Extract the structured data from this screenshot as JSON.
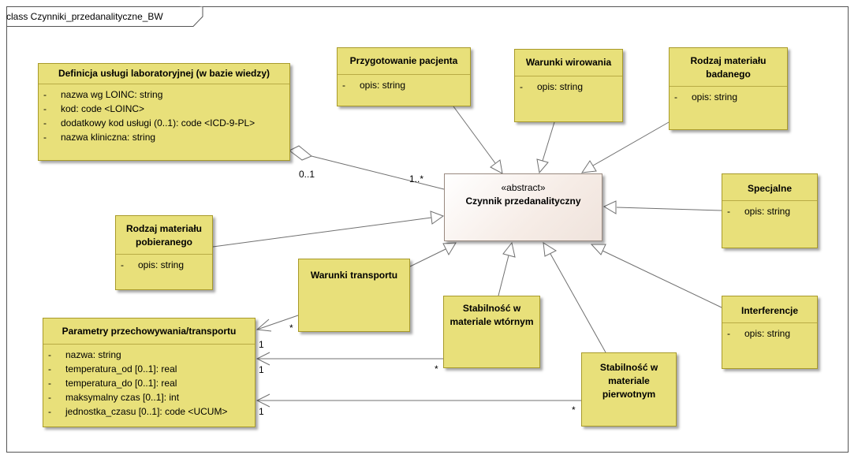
{
  "diagram": {
    "title": "class Czynniki_przedanalityczne_BW",
    "classes": {
      "definicja": {
        "name": "Definicja usługi laboratoryjnej (w bazie wiedzy)",
        "attrs": [
          "nazwa wg LOINC: string",
          "kod: code <LOINC>",
          "dodatkowy kod usługi (0..1): code <ICD-9-PL>",
          "nazwa kliniczna: string"
        ]
      },
      "przygotowanie": {
        "name": "Przygotowanie pacjenta",
        "attrs": [
          "opis: string"
        ]
      },
      "wirowanie": {
        "name": "Warunki wirowania",
        "attrs": [
          "opis: string"
        ]
      },
      "badany": {
        "name": "Rodzaj materiału badanego",
        "attrs": [
          "opis: string"
        ]
      },
      "czynnik": {
        "stereotype": "«abstract»",
        "name": "Czynnik przedanalityczny"
      },
      "specjalne": {
        "name": "Specjalne",
        "attrs": [
          "opis: string"
        ]
      },
      "pobierany": {
        "name": "Rodzaj materiału pobieranego",
        "attrs": [
          "opis: string"
        ]
      },
      "transport": {
        "name": "Warunki transportu"
      },
      "parametry": {
        "name": "Parametry przechowywania/transportu",
        "attrs": [
          "nazwa: string",
          "temperatura_od [0..1]: real",
          "temperatura_do [0..1]: real",
          "maksymalny czas [0..1]: int",
          "jednostka_czasu [0..1]: code <UCUM>"
        ]
      },
      "wtorny": {
        "name": "Stabilność w materiale wtórnym"
      },
      "pierwotny": {
        "name": "Stabilność w materiale pierwotnym"
      },
      "interferencje": {
        "name": "Interferencje",
        "attrs": [
          "opis: string"
        ]
      }
    },
    "attr_visibility": "-",
    "multiplicities": {
      "def_side": "0..1",
      "czynnik_side": "1..*",
      "transport_star": "*",
      "transport_one": "1",
      "wtorny_star": "*",
      "wtorny_one": "1",
      "pierwotny_star": "*",
      "pierwotny_one": "1"
    },
    "colors": {
      "class_fill": "#e8e07a",
      "class_border": "#a89a2a",
      "abstract_fill": "#f6ece6",
      "edge": "#707070"
    }
  }
}
